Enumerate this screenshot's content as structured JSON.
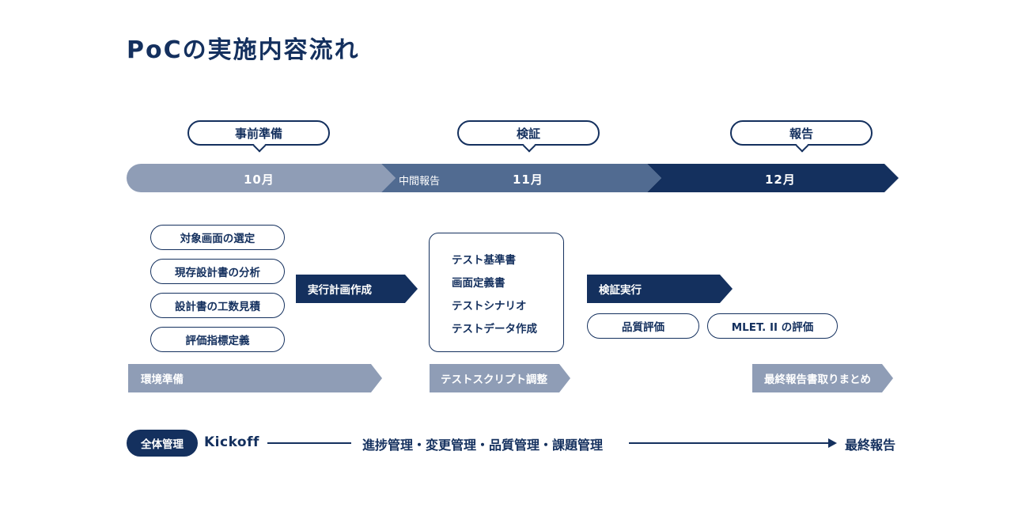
{
  "title": "PoCの実施内容流れ",
  "phases": [
    "事前準備",
    "検証",
    "報告"
  ],
  "timeline": {
    "months": [
      "10月",
      "11月",
      "12月"
    ],
    "midpoint": "中間報告",
    "colors": [
      "#8f9db6",
      "#516b91",
      "#14305e"
    ]
  },
  "prep_items": [
    "対象画面の選定",
    "現存設計書の分析",
    "設計書の工数見積",
    "評価指標定義"
  ],
  "plan_arrow": "実行計画作成",
  "verify_deliverables": [
    "テスト基準書",
    "画面定義書",
    "テストシナリオ",
    "テストデータ作成"
  ],
  "exec_arrow": "検証実行",
  "eval_items": [
    "品質評価",
    "MLET. II の評価"
  ],
  "support_arrows": [
    "環境準備",
    "テストスクリプト調整",
    "最終報告書取りまとめ"
  ],
  "bottom": {
    "badge": "全体管理",
    "kickoff": "Kickoff",
    "middle": "進捗管理・変更管理・品質管理・課題管理",
    "end": "最終報告"
  }
}
